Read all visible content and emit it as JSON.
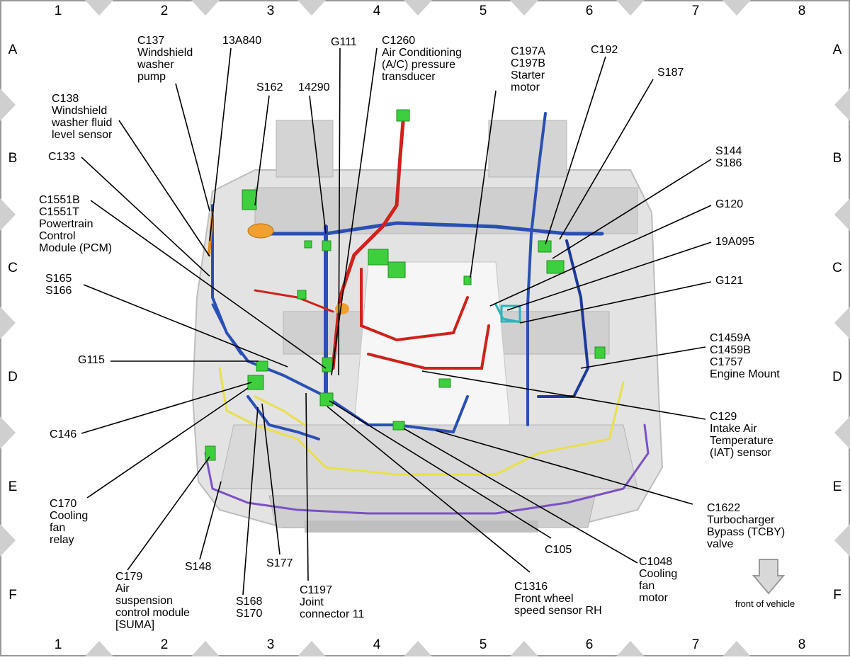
{
  "grid": {
    "columns": [
      "1",
      "2",
      "3",
      "4",
      "5",
      "6",
      "7",
      "8"
    ],
    "rows": [
      "A",
      "B",
      "C",
      "D",
      "E",
      "F"
    ]
  },
  "callouts": {
    "c137": "C137\nWindshield\nwasher\npump",
    "c13a840": "13A840",
    "g111": "G111",
    "c1260": "C1260\nAir Conditioning\n(A/C) pressure\ntransducer",
    "c197": "C197A\nC197B\nStarter\nmotor",
    "c192": "C192",
    "c138": "C138\nWindshield\nwasher fluid\nlevel sensor",
    "s162": "S162",
    "c14290": "14290",
    "s187": "S187",
    "c133": "C133",
    "s144": "S144\nS186",
    "c1551": "C1551B\nC1551T\nPowertrain\nControl\nModule (PCM)",
    "g120": "G120",
    "c19a095": "19A095",
    "s165": "S165\nS166",
    "g121": "G121",
    "g115": "G115",
    "c1459": "C1459A\nC1459B\nC1757\nEngine Mount",
    "c146": "C146",
    "c129": "C129\nIntake Air\nTemperature\n(IAT) sensor",
    "c170": "C170\nCooling\nfan\nrelay",
    "c1622": "C1622\nTurbocharger\nBypass (TCBY)\nvalve",
    "s148": "S148",
    "s177": "S177",
    "c105": "C105",
    "c1048": "C1048\nCooling\nfan\nmotor",
    "c179": "C179\nAir\nsuspension\ncontrol module\n[SUMA]",
    "s168": "S168\nS170",
    "c1197": "C1197\nJoint\nconnector 11",
    "c1316": "C1316\nFront wheel\nspeed sensor RH"
  },
  "front_label": "front of vehicle",
  "colors": {
    "harness_blue": "#2a4fb5",
    "harness_red": "#d0211b",
    "harness_yellow": "#e8e04a",
    "harness_purple": "#7a52c4",
    "connector_green": "#3ecf3e",
    "teal": "#2bb5b8",
    "orange": "#f0a030",
    "body_gray": "#d8d8d8"
  }
}
